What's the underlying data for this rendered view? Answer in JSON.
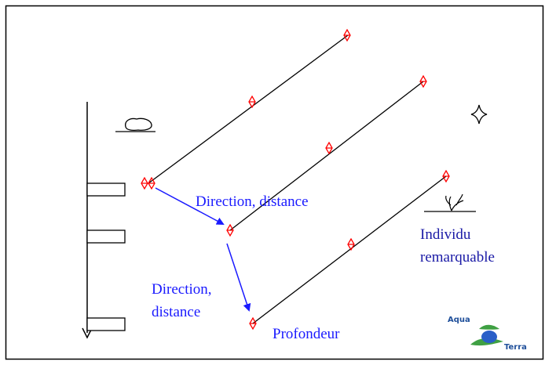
{
  "labels": {
    "direction_distance_1": "Direction, distance",
    "direction_distance_2_line1": "Direction,",
    "direction_distance_2_line2": "distance",
    "profondeur": "Profondeur",
    "individu_line1": "Individu",
    "individu_line2": "remarquable"
  },
  "logo": {
    "word1": "Aqua",
    "word2": "Terra"
  },
  "icons": [
    "rock-icon",
    "star-icon",
    "plant-icon",
    "marker-icon"
  ],
  "colors": {
    "transect": "#000000",
    "marker": "#ff0000",
    "arrow": "#1a1aff",
    "logo_green": "#3fa043",
    "logo_blue": "#2a5fc8"
  }
}
